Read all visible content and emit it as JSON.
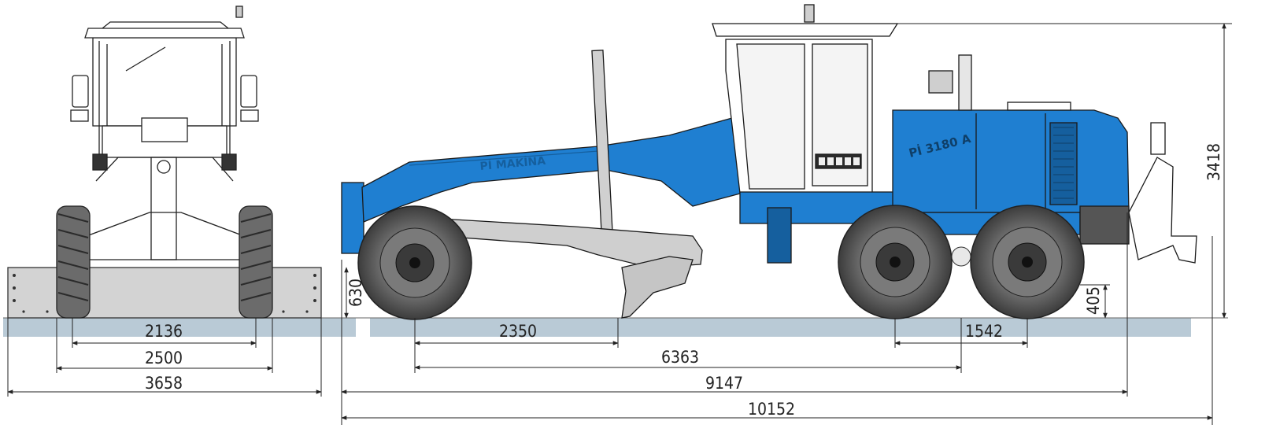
{
  "diagram": {
    "brand_text": "Pİ MAKİNA",
    "model_text": "Pİ 3180 A",
    "colors": {
      "body": "#1f7fd1",
      "body_dark": "#155f9e",
      "ground": "#b9cad6",
      "blade": "#cfcfcf",
      "line": "#1a1a1a",
      "tire": "#555555"
    },
    "dimensions": {
      "front_track": "2136",
      "front_width": "2500",
      "front_blade_width": "3658",
      "front_blade_height": "630",
      "blade_to_front_axle": "2350",
      "tandem_spacing": "1542",
      "wheelbase": "6363",
      "length_to_ripper": "9147",
      "overall_length": "10152",
      "overall_height": "3418",
      "ground_clearance": "405"
    }
  }
}
